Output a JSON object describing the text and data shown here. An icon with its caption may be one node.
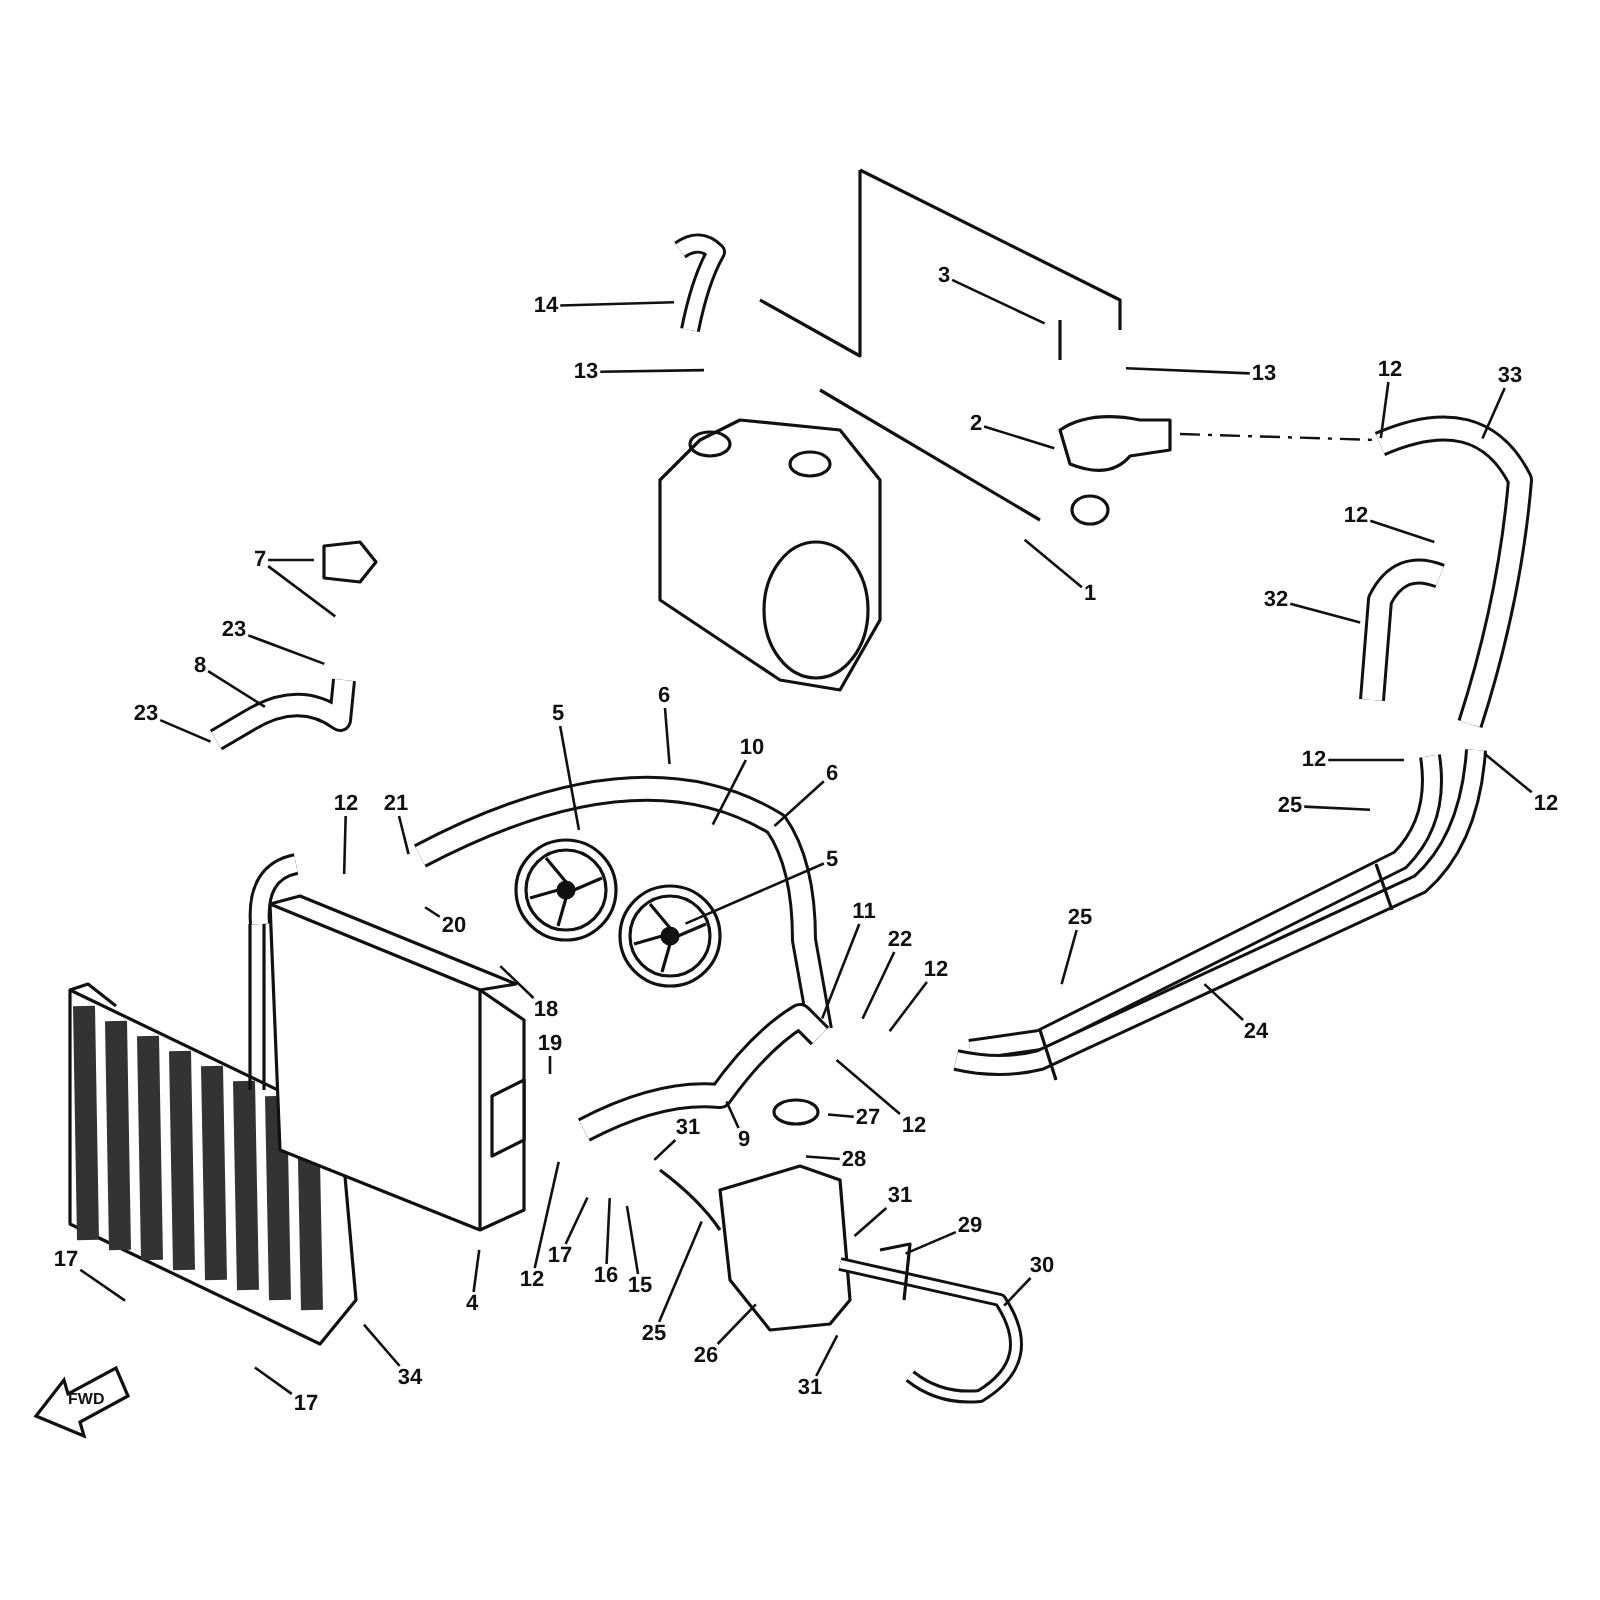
{
  "diagram": {
    "nodes": [
      {
        "text": [
          "3"
        ]
      },
      {
        "text": [
          "14"
        ]
      },
      {
        "text": [
          "13"
        ]
      },
      {
        "text": [
          "13"
        ]
      },
      {
        "text": [
          "12"
        ]
      },
      {
        "text": [
          "33"
        ]
      },
      {
        "text": [
          "2"
        ]
      },
      {
        "text": [
          "12"
        ]
      },
      {
        "text": [
          "7"
        ]
      },
      {
        "text": [
          "1"
        ]
      },
      {
        "text": [
          "32"
        ]
      },
      {
        "text": [
          "23"
        ]
      },
      {
        "text": [
          "8"
        ]
      },
      {
        "text": [
          "6"
        ]
      },
      {
        "text": [
          "23"
        ]
      },
      {
        "text": [
          "5"
        ]
      },
      {
        "text": [
          "10"
        ]
      },
      {
        "text": [
          "12"
        ]
      },
      {
        "text": [
          "6"
        ]
      },
      {
        "text": [
          "12"
        ]
      },
      {
        "text": [
          "25"
        ]
      },
      {
        "text": [
          "12"
        ]
      },
      {
        "text": [
          "21"
        ]
      },
      {
        "text": [
          "5"
        ]
      },
      {
        "text": [
          "11"
        ]
      },
      {
        "text": [
          "25"
        ]
      },
      {
        "text": [
          "20"
        ]
      },
      {
        "text": [
          "22"
        ]
      },
      {
        "text": [
          "12"
        ]
      },
      {
        "text": [
          "18"
        ]
      },
      {
        "text": [
          "24"
        ]
      },
      {
        "text": [
          "19"
        ]
      },
      {
        "text": [
          "27"
        ]
      },
      {
        "text": [
          "12"
        ]
      },
      {
        "text": [
          "31"
        ]
      },
      {
        "text": [
          "9"
        ]
      },
      {
        "text": [
          "28"
        ]
      },
      {
        "text": [
          "31"
        ]
      },
      {
        "text": [
          "29"
        ]
      },
      {
        "text": [
          "17"
        ]
      },
      {
        "text": [
          "17"
        ]
      },
      {
        "text": [
          "30"
        ]
      },
      {
        "text": [
          "12"
        ]
      },
      {
        "text": [
          "16"
        ]
      },
      {
        "text": [
          "15"
        ]
      },
      {
        "text": [
          "4"
        ]
      },
      {
        "text": [
          "25"
        ]
      },
      {
        "text": [
          "26"
        ]
      },
      {
        "text": [
          "34"
        ]
      },
      {
        "text": [
          "31"
        ]
      },
      {
        "text": [
          "17"
        ]
      }
    ],
    "edges": [
      {
        "from": 0,
        "to": null,
        "arrow": "none"
      },
      {
        "from": 1,
        "to": null,
        "arrow": "none"
      },
      {
        "from": 2,
        "to": null,
        "arrow": "none"
      },
      {
        "from": 3,
        "to": null,
        "arrow": "none"
      },
      {
        "from": 4,
        "to": null,
        "arrow": "none"
      },
      {
        "from": 5,
        "to": null,
        "arrow": "none"
      },
      {
        "from": 6,
        "to": null,
        "arrow": "none"
      },
      {
        "from": 7,
        "to": null,
        "arrow": "none"
      },
      {
        "from": 8,
        "to": null,
        "arrow": "none"
      },
      {
        "from": 8,
        "to": null,
        "arrow": "none"
      },
      {
        "from": 9,
        "to": null,
        "arrow": "none"
      },
      {
        "from": 10,
        "to": null,
        "arrow": "none"
      },
      {
        "from": 11,
        "to": null,
        "arrow": "none"
      },
      {
        "from": 12,
        "to": null,
        "arrow": "none"
      },
      {
        "from": 13,
        "to": null,
        "arrow": "none"
      },
      {
        "from": 14,
        "to": null,
        "arrow": "none"
      },
      {
        "from": 15,
        "to": null,
        "arrow": "none"
      },
      {
        "from": 16,
        "to": null,
        "arrow": "none"
      },
      {
        "from": 17,
        "to": null,
        "arrow": "none"
      },
      {
        "from": 18,
        "to": null,
        "arrow": "none"
      },
      {
        "from": 19,
        "to": null,
        "arrow": "none"
      },
      {
        "from": 20,
        "to": null,
        "arrow": "none"
      },
      {
        "from": 21,
        "to": null,
        "arrow": "none"
      },
      {
        "from": 22,
        "to": null,
        "arrow": "none"
      },
      {
        "from": 23,
        "to": null,
        "arrow": "none"
      },
      {
        "from": 24,
        "to": null,
        "arrow": "none"
      },
      {
        "from": 25,
        "to": null,
        "arrow": "none"
      },
      {
        "from": 26,
        "to": null,
        "arrow": "none"
      },
      {
        "from": 27,
        "to": null,
        "arrow": "none"
      },
      {
        "from": 28,
        "to": null,
        "arrow": "none"
      },
      {
        "from": 29,
        "to": null,
        "arrow": "none"
      },
      {
        "from": 30,
        "to": null,
        "arrow": "none"
      },
      {
        "from": 31,
        "to": null,
        "arrow": "none"
      },
      {
        "from": 32,
        "to": null,
        "arrow": "none"
      },
      {
        "from": 33,
        "to": null,
        "arrow": "none"
      },
      {
        "from": 34,
        "to": null,
        "arrow": "none"
      },
      {
        "from": 35,
        "to": null,
        "arrow": "none"
      },
      {
        "from": 36,
        "to": null,
        "arrow": "none"
      },
      {
        "from": 37,
        "to": null,
        "arrow": "none"
      },
      {
        "from": 38,
        "to": null,
        "arrow": "none"
      },
      {
        "from": 39,
        "to": null,
        "arrow": "none"
      },
      {
        "from": 40,
        "to": null,
        "arrow": "none"
      },
      {
        "from": 41,
        "to": null,
        "arrow": "none"
      },
      {
        "from": 42,
        "to": null,
        "arrow": "none"
      },
      {
        "from": 43,
        "to": null,
        "arrow": "none"
      },
      {
        "from": 44,
        "to": null,
        "arrow": "none"
      },
      {
        "from": 45,
        "to": null,
        "arrow": "none"
      },
      {
        "from": 46,
        "to": null,
        "arrow": "none"
      },
      {
        "from": 47,
        "to": null,
        "arrow": "none"
      },
      {
        "from": 48,
        "to": null,
        "arrow": "none"
      },
      {
        "from": 49,
        "to": null,
        "arrow": "none"
      },
      {
        "from": 50,
        "to": null,
        "arrow": "none"
      }
    ],
    "labels": [
      "FWD"
    ]
  }
}
